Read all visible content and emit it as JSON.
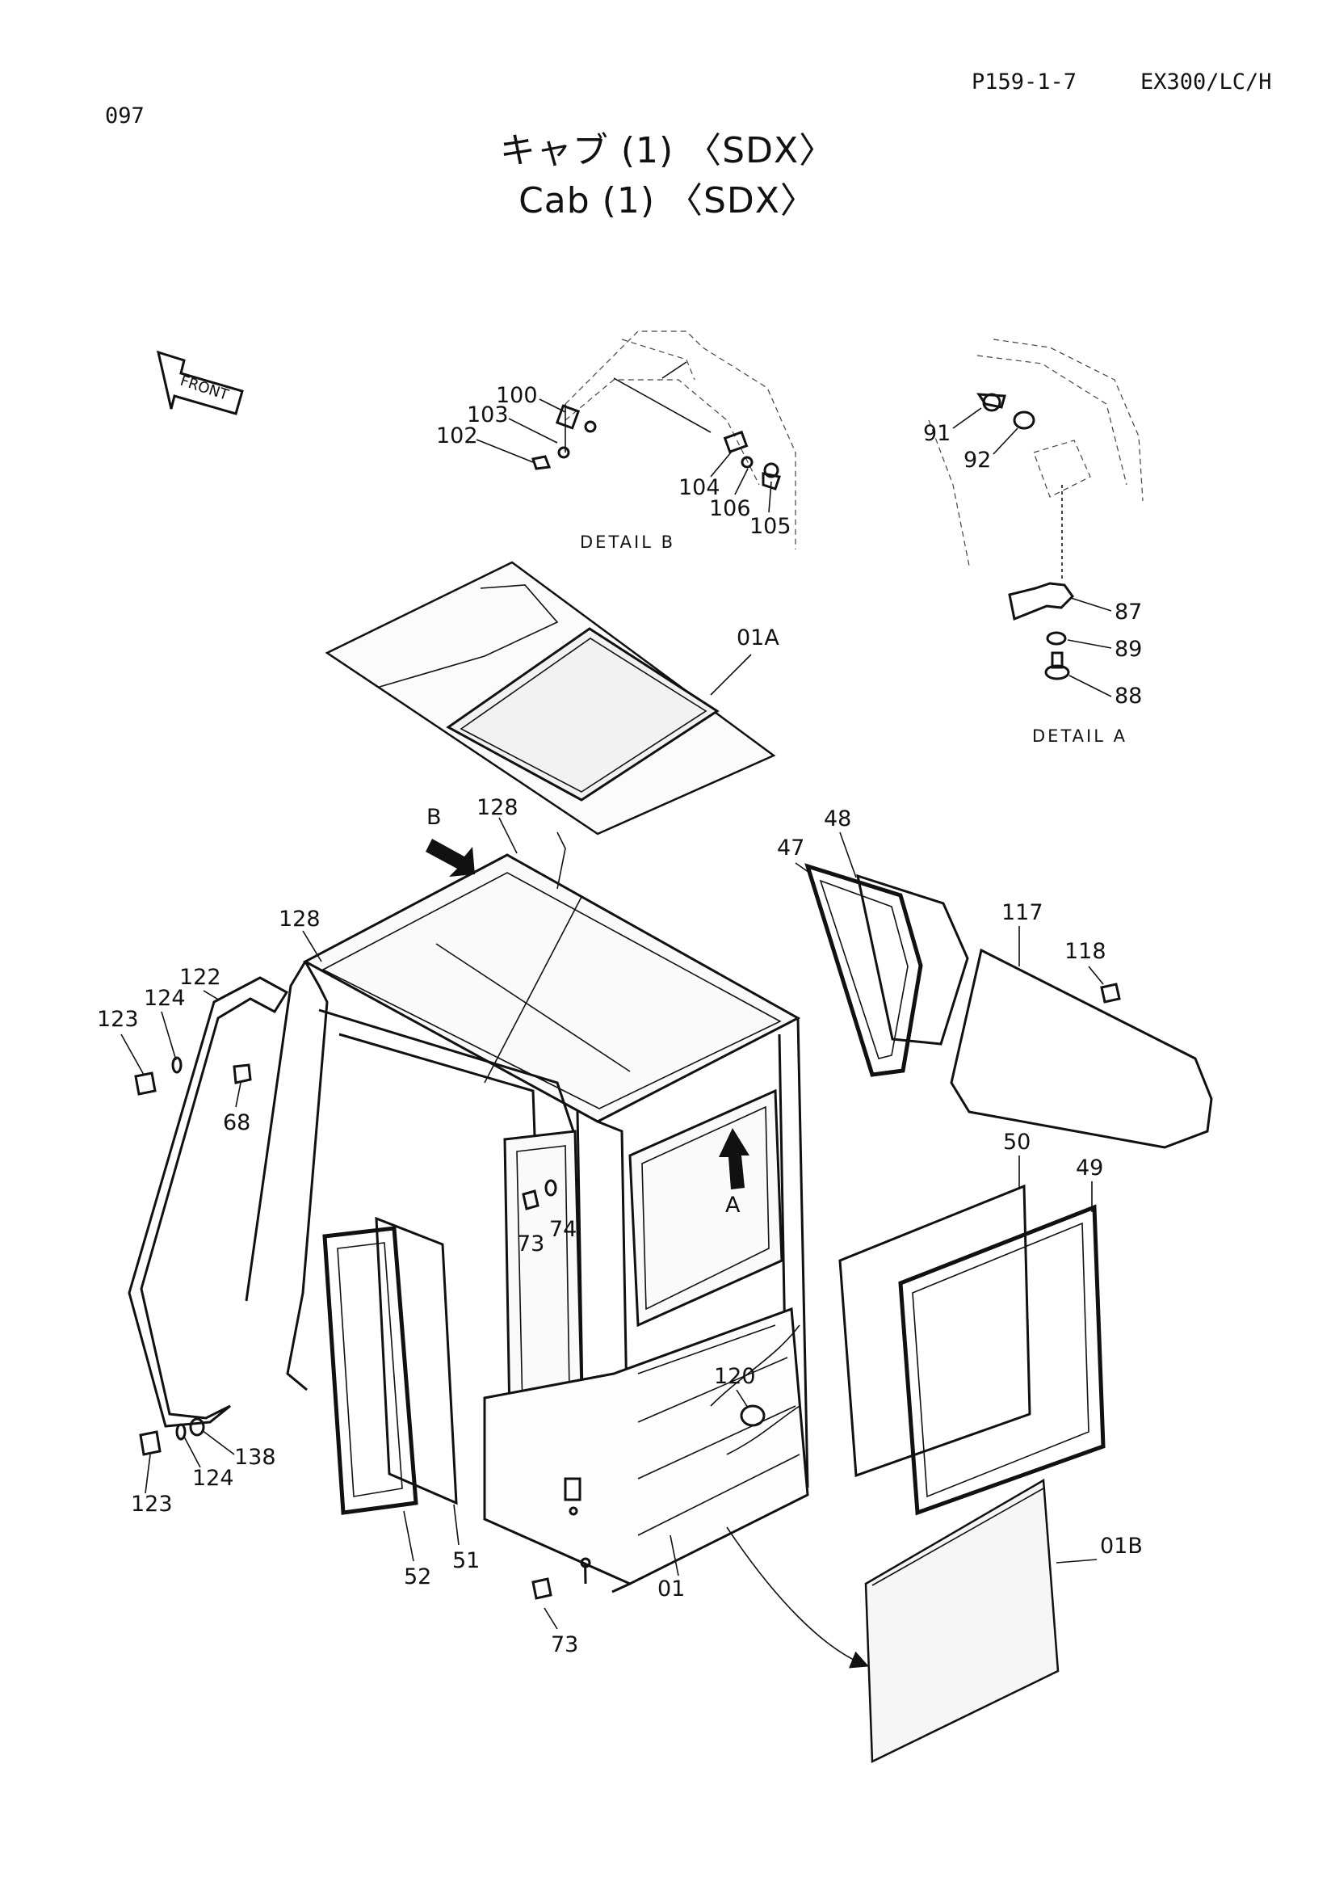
{
  "header": {
    "page_number": "097",
    "page_code": "P159-1-7",
    "model": "EX300/LC/H"
  },
  "title": {
    "japanese": "キャブ (1) 〈SDX〉",
    "english": "Cab (1) 〈SDX〉"
  },
  "front_arrow": {
    "label": "FRONT"
  },
  "detail_b": {
    "caption": "DETAIL B",
    "callouts": [
      "100",
      "103",
      "102",
      "104",
      "106",
      "105"
    ]
  },
  "detail_a": {
    "caption": "DETAIL A",
    "callouts": [
      "91",
      "92",
      "87",
      "89",
      "88"
    ]
  },
  "view_arrows": {
    "b": "B",
    "a": "A"
  },
  "callouts": {
    "p01A": "01A",
    "p128_top": "128",
    "p128_left": "128",
    "p48": "48",
    "p47": "47",
    "p117": "117",
    "p118": "118",
    "p122": "122",
    "p124_top": "124",
    "p123_top": "123",
    "p68": "68",
    "p50": "50",
    "p49": "49",
    "p73_mid": "73",
    "p74": "74",
    "p120": "120",
    "p138": "138",
    "p124_bot": "124",
    "p123_bot": "123",
    "p52": "52",
    "p51": "51",
    "p73_bot": "73",
    "p01": "01",
    "p01B": "01B"
  }
}
